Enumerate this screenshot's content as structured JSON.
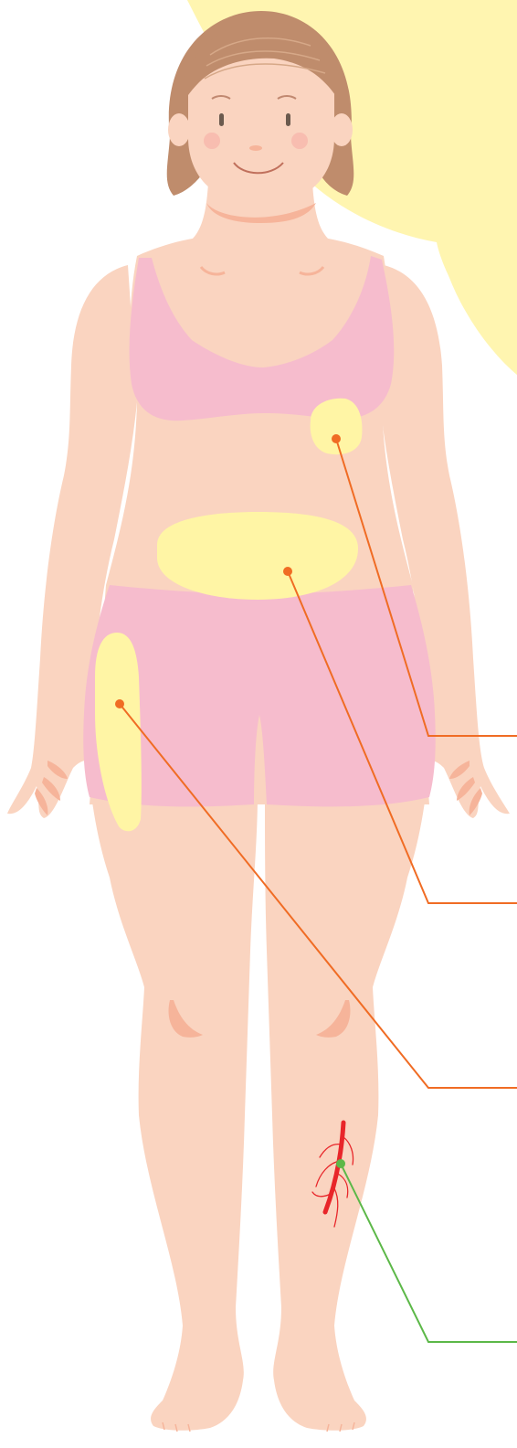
{
  "colors": {
    "background": "#ffffff",
    "sun_glow": "#fff5b0",
    "skin": "#fad4c0",
    "skin_shadow": "#f6b49a",
    "hair": "#bf8c6c",
    "hair_line": "#d6a888",
    "garment": "#f6bccd",
    "highlight_zone": "#fff5a5",
    "leader_orange": "#f06c24",
    "leader_green": "#5cb848",
    "vein": "#e8262a",
    "cheek": "#f8b7ab"
  },
  "figure": {
    "description_icon": "standing-woman-figure"
  },
  "callouts": [
    {
      "name": "callout-ribs",
      "color_key": "leader_orange"
    },
    {
      "name": "callout-belly",
      "color_key": "leader_orange"
    },
    {
      "name": "callout-hip",
      "color_key": "leader_orange"
    },
    {
      "name": "callout-leg-vein",
      "color_key": "leader_green"
    }
  ]
}
